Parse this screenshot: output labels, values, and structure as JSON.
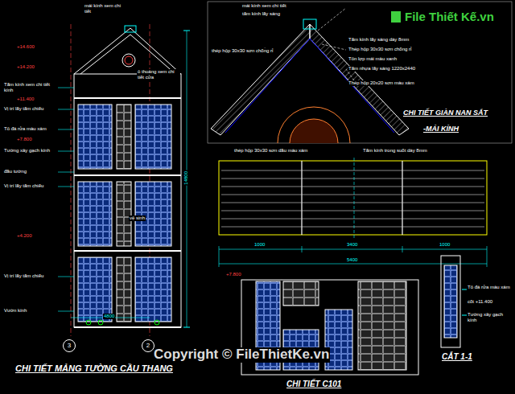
{
  "diagram": {
    "nodes": [
      {
        "text": [
          "3"
        ]
      },
      {
        "text": [
          "2"
        ]
      }
    ],
    "labels": [
      "+14.600",
      "mái kính xem chi tiết",
      "+14.200",
      "ô thoáng xem chi tiết cửa",
      "Tấm kính xem chi tiết kính",
      "+11.400",
      "Vị trí lấy tấm chiếu",
      "Tô đá rửa màu xám",
      "Tường xây gạch kính",
      "+7.800",
      "đầu tường",
      "Vị trí lấy tấm chiếu",
      "vệ sinh",
      "+4.200",
      "Vị trí lấy tấm chiếu",
      "Vườn kính",
      "4800",
      "14800",
      "CHI TIẾT MẢNG TƯỜNG CẦU THANG",
      "mái kính xem chi tiết",
      "tấm kính lấy sáng",
      "thép hộp 30x30 sơn chống rỉ",
      "Tấm kính lấy sáng dày 8mm",
      "Thép hộp 30x30 sơn chống rỉ",
      "Tôn lợp mái màu xanh",
      "Tấm nhựa lấy sáng 1220x2440",
      "Thép hộp 20x20 sơn màu xám",
      "CHI TIẾT GIÀN NAN SẮT",
      "-MÁI KÍNH",
      "thép hộp 30x30 sơn dầu màu xám",
      "Tấm kính trong suốt dày 8mm",
      "1000",
      "3400",
      "1000",
      "5400",
      "+7.800",
      "CHI TIẾT C101",
      "Tô đá rửa màu xám",
      "cốt +11.400",
      "Tường xây gạch kính",
      "CẮT 1-1",
      "Copyright © FileThietKe.vn",
      "File Thiết Kế.vn"
    ]
  }
}
